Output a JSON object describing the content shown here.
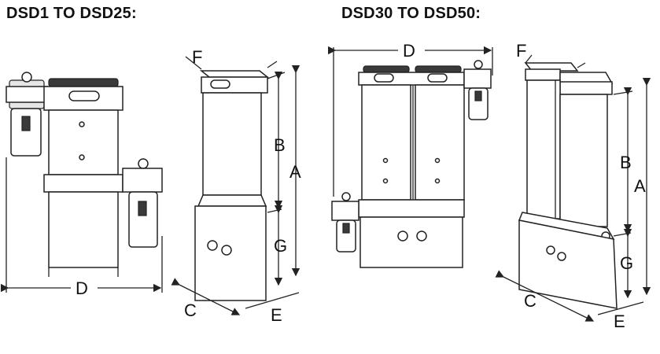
{
  "titles": {
    "left": "DSD1 TO DSD25:",
    "right": "DSD30 TO DSD50:"
  },
  "labels": {
    "a": "A",
    "b": "B",
    "c": "C",
    "d": "D",
    "e": "E",
    "f": "F",
    "g": "G"
  }
}
